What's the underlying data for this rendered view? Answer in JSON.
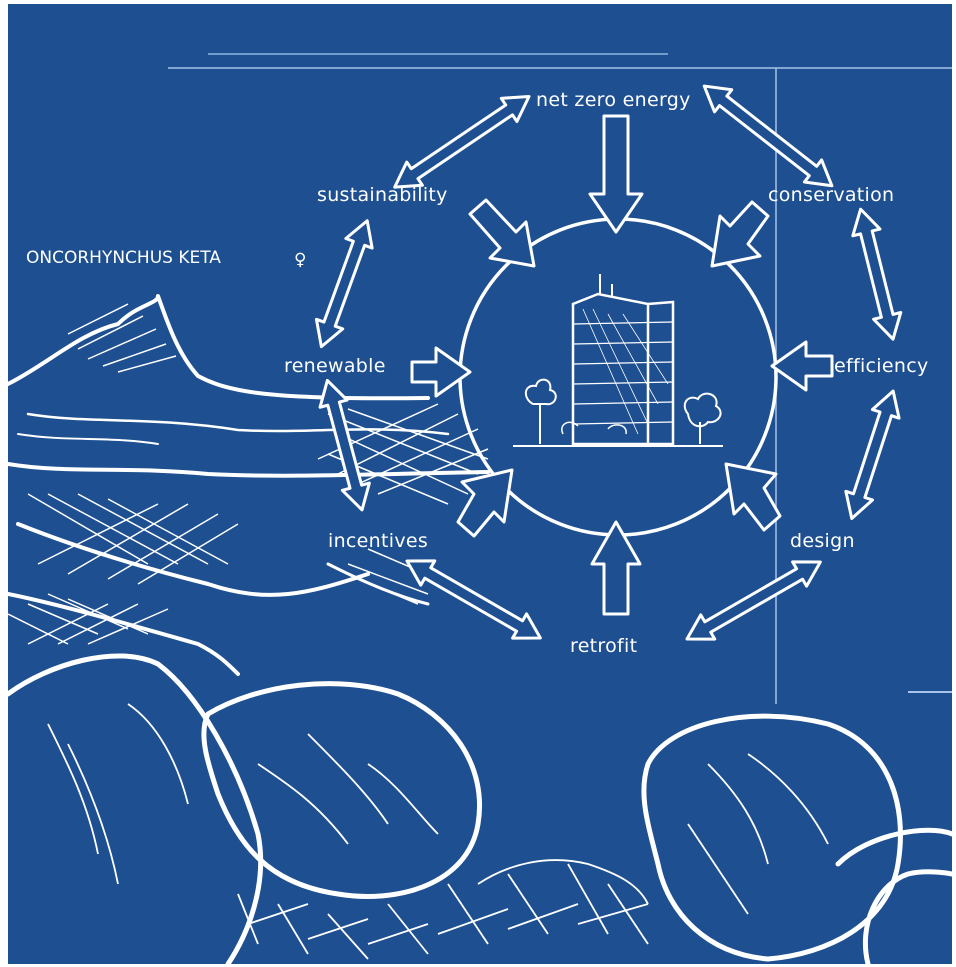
{
  "specimen_label": "ONCORHYNCHUS KETA",
  "specimen_symbol": "♀",
  "concepts": {
    "net_zero": "net zero energy",
    "sustainability": "sustainability",
    "conservation": "conservation",
    "renewable": "renewable",
    "efficiency": "efficiency",
    "incentives": "incentives",
    "design": "design",
    "retrofit": "retrofit"
  },
  "colors": {
    "blueprint": "#1d4f91",
    "ink": "#ffffff"
  }
}
